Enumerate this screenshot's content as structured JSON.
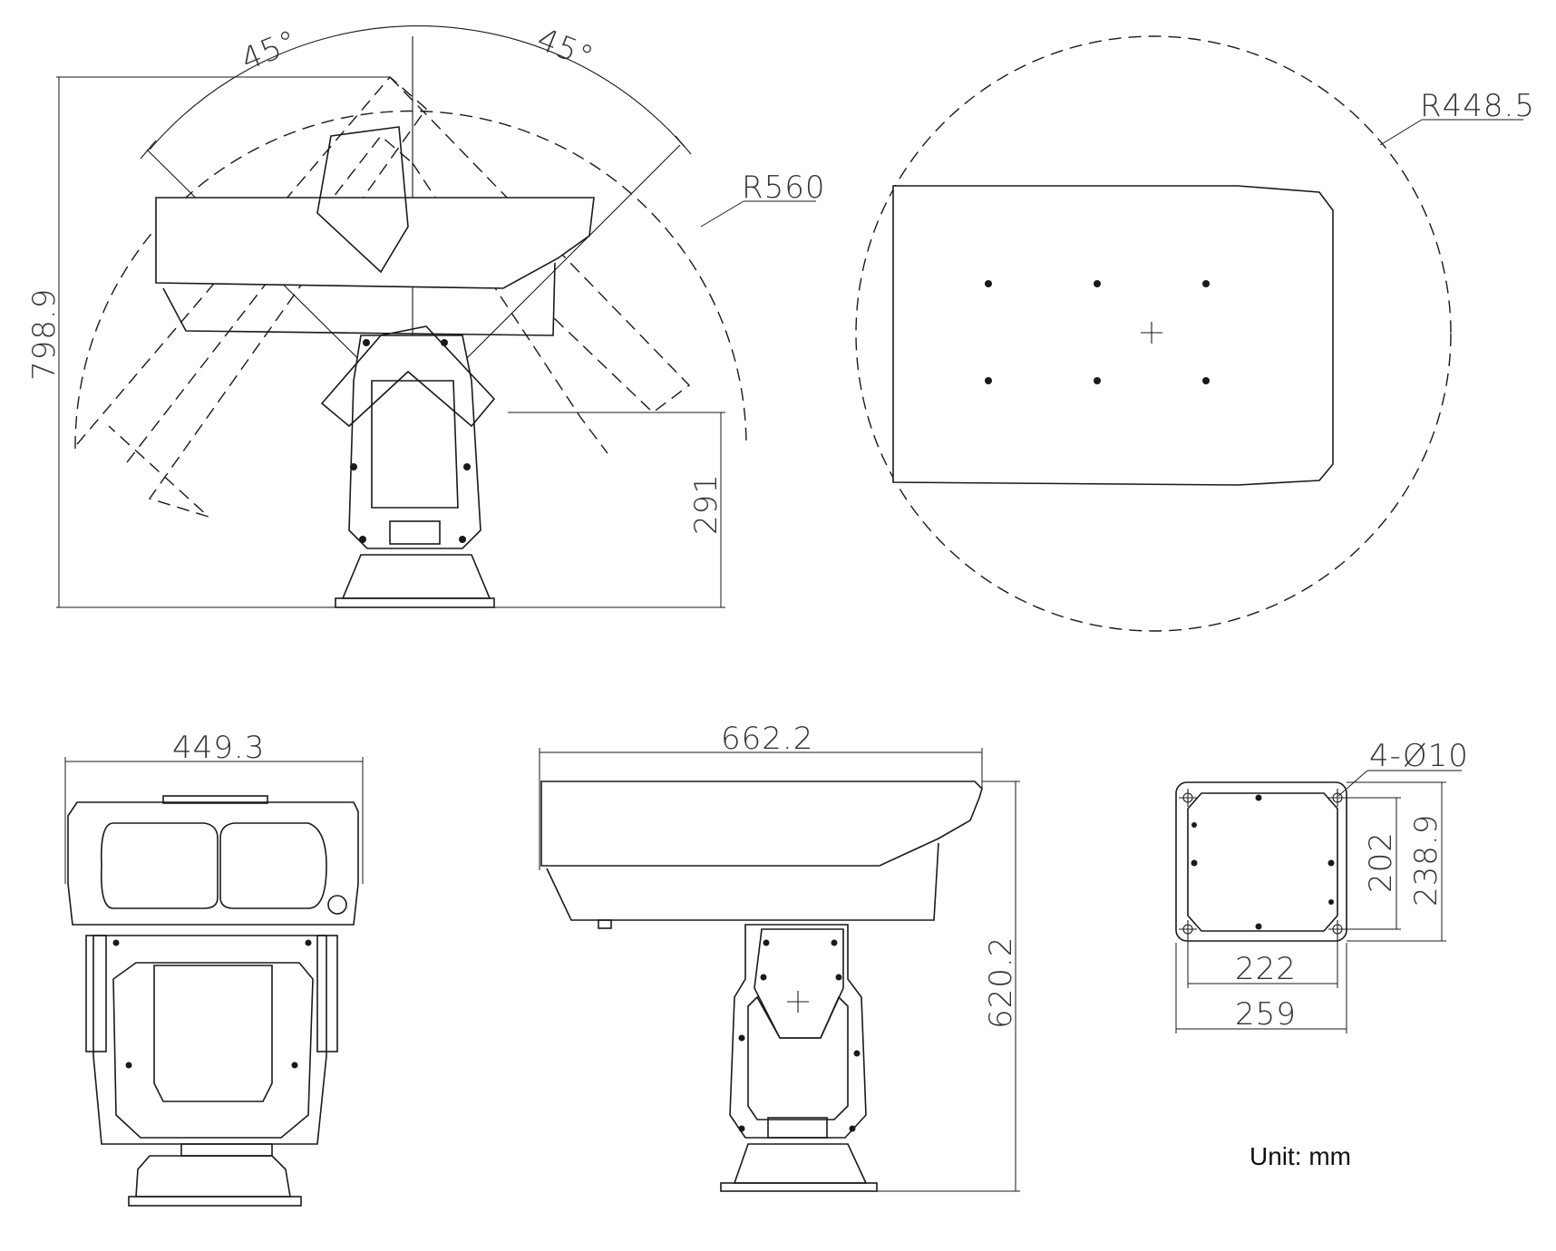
{
  "drawing": {
    "unit_note": "Unit: mm",
    "views": {
      "tilt_range": {
        "angle_left": "45°",
        "angle_right": "45°",
        "radius": "R560",
        "overall_height": "798.9",
        "pivot_height": "291"
      },
      "rotation_clearance": {
        "radius": "R448.5"
      },
      "front_view": {
        "width": "449.3"
      },
      "side_view": {
        "length": "662.2",
        "height": "620.2"
      },
      "base_plate": {
        "holes": "4-Ø10",
        "inner_height": "202",
        "outer_height": "238.9",
        "inner_width": "222",
        "outer_width": "259"
      }
    }
  }
}
